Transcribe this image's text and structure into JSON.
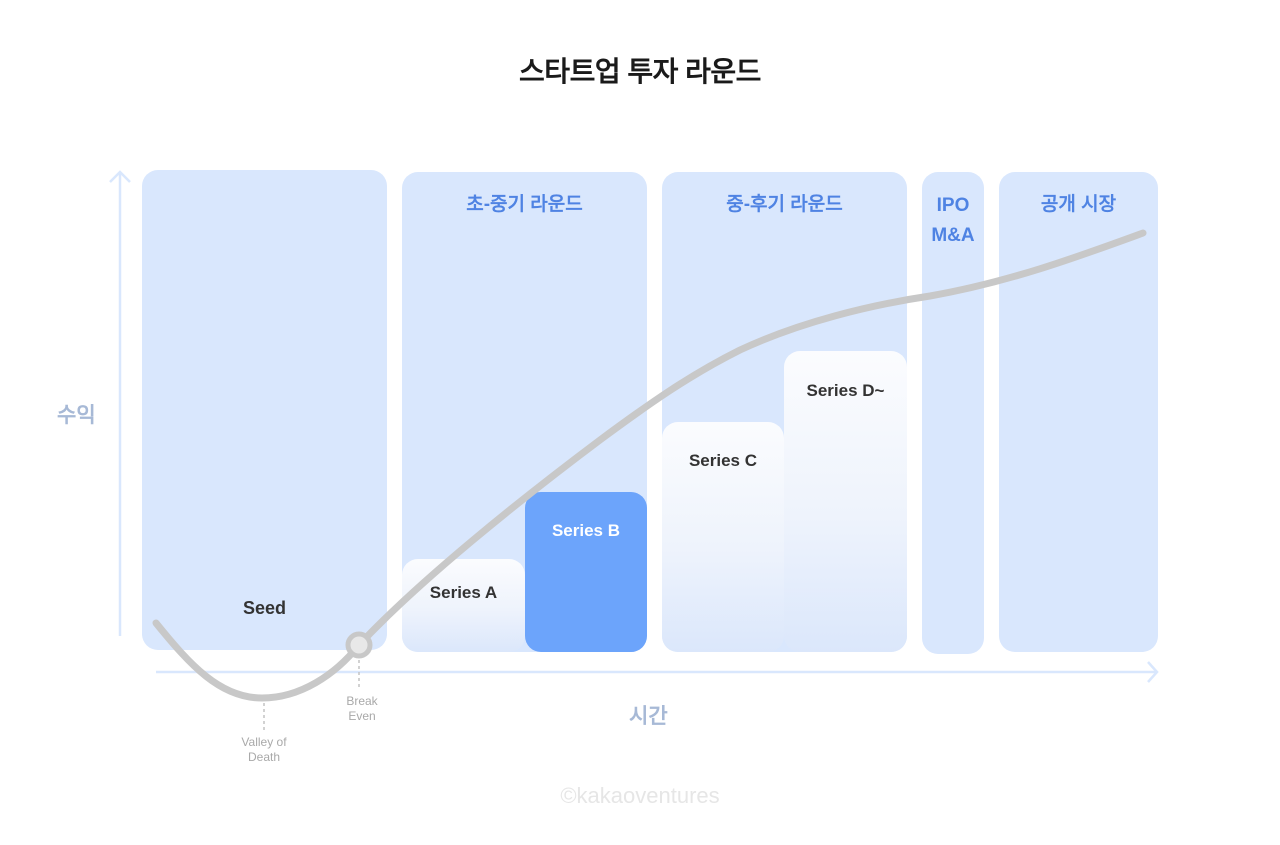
{
  "title": "스타트업 투자 라운드",
  "axes": {
    "y_label": "수익",
    "x_label": "시간"
  },
  "panels": [
    {
      "id": "seed",
      "label": "",
      "inner_label": "Seed"
    },
    {
      "id": "early-mid",
      "label": "초-중기 라운드"
    },
    {
      "id": "mid-late",
      "label": "중-후기 라운드"
    },
    {
      "id": "ipo",
      "label_line1": "IPO",
      "label_line2": "M&A"
    },
    {
      "id": "public",
      "label": "공개 시장"
    }
  ],
  "series": [
    {
      "label": "Series A"
    },
    {
      "label": "Series B"
    },
    {
      "label": "Series C"
    },
    {
      "label": "Series D~"
    }
  ],
  "annotations": {
    "valley_line1": "Valley of",
    "valley_line2": "Death",
    "break_line1": "Break",
    "break_line2": "Even"
  },
  "credit": "©kakaoventures",
  "colors": {
    "panel": "#d9e7fd",
    "panel_label": "#4f83e3",
    "series_b": "#6ca4fb",
    "curve": "#c8c8c8",
    "axis": "#d9e7fd",
    "axis_label": "#a7b9d6"
  }
}
